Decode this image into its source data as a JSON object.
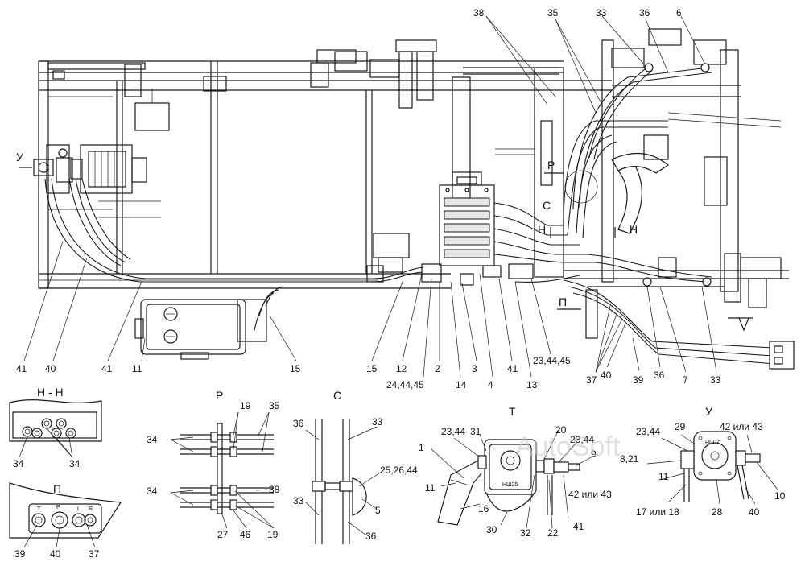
{
  "watermark": "AutoSoft",
  "section_titles": {
    "nn": "Н - Н",
    "p": "П",
    "r": "Р",
    "s": "С",
    "t": "Т",
    "u": "У"
  },
  "view_markers": {
    "u_left": "У",
    "r_main": "Р",
    "s_main": "С",
    "n_left": "Н",
    "n_right": "Н",
    "p_main": "П"
  },
  "pump_labels": {
    "t_pump": "НШ25",
    "u_pump": "НШ10"
  },
  "port_letters": [
    "T",
    "P",
    "L",
    "R"
  ],
  "main_callouts": [
    "41",
    "40",
    "41",
    "11",
    "15",
    "15",
    "12",
    "24,44,45",
    "2",
    "14",
    "3",
    "4",
    "41",
    "13",
    "23,44,45",
    "37",
    "40",
    "39",
    "36",
    "7",
    "33",
    "38",
    "35",
    "33",
    "36",
    "6"
  ],
  "nn_callouts": [
    "34",
    "34"
  ],
  "p_callouts": [
    "39",
    "40",
    "37"
  ],
  "r_callouts": [
    "19",
    "35",
    "34",
    "34",
    "38",
    "27",
    "46",
    "19"
  ],
  "s_callouts": [
    "36",
    "33",
    "25,26,44",
    "33",
    "5",
    "36"
  ],
  "t_callouts": [
    "23,44",
    "31",
    "1",
    "11",
    "16",
    "30",
    "32",
    "22",
    "20",
    "23,44",
    "9",
    "42 или 43",
    "41"
  ],
  "u_callouts": [
    "23,44",
    "29",
    "42 или 43",
    "8,21",
    "11",
    "17 или 18",
    "28",
    "40",
    "10"
  ]
}
